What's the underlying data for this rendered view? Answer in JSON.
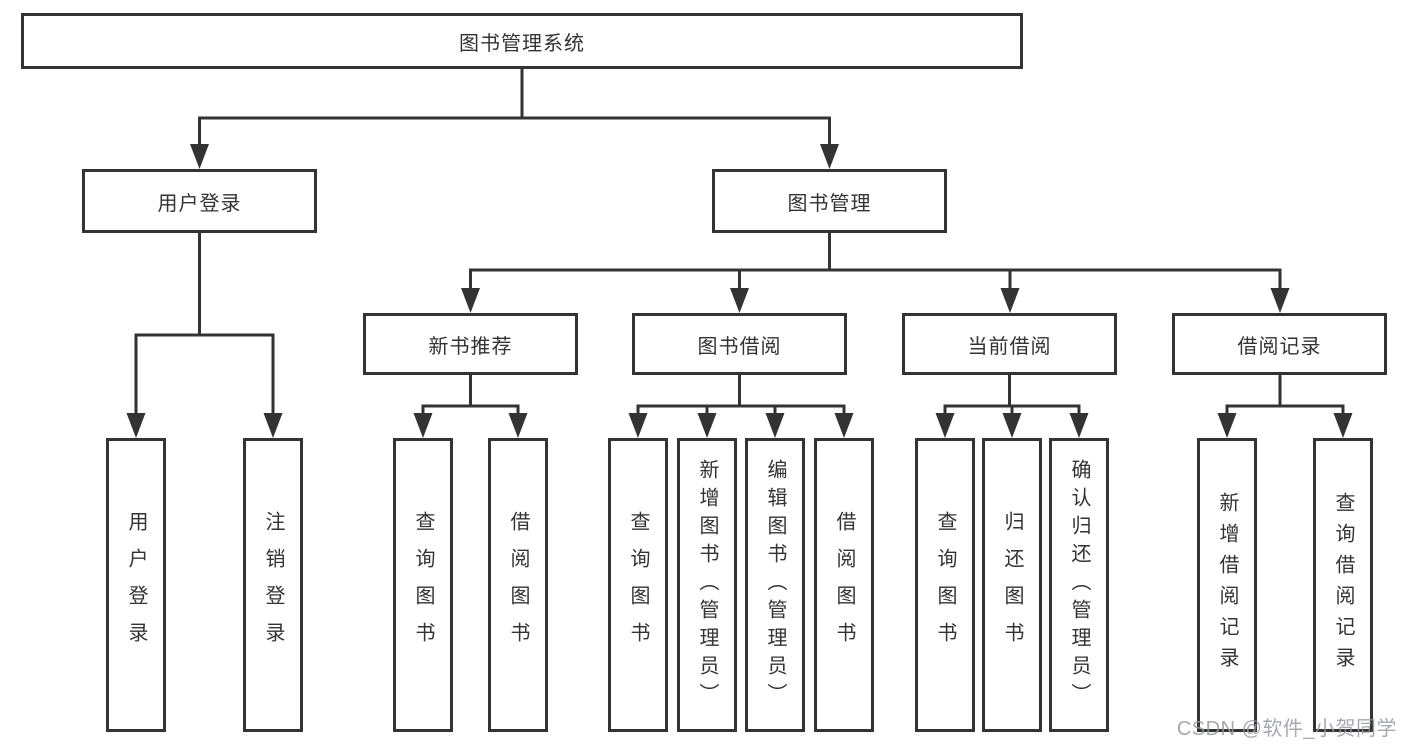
{
  "tree": {
    "label": "图书管理系统",
    "children": [
      {
        "label": "用户登录",
        "children": [
          {
            "label": "用户登录"
          },
          {
            "label": "注销登录"
          }
        ]
      },
      {
        "label": "图书管理",
        "children": [
          {
            "label": "新书推荐",
            "children": [
              {
                "label": "查询图书"
              },
              {
                "label": "借阅图书"
              }
            ]
          },
          {
            "label": "图书借阅",
            "children": [
              {
                "label": "查询图书"
              },
              {
                "label": "新增图书（管理员）"
              },
              {
                "label": "编辑图书（管理员）"
              },
              {
                "label": "借阅图书"
              }
            ]
          },
          {
            "label": "当前借阅",
            "children": [
              {
                "label": "查询图书"
              },
              {
                "label": "归还图书"
              },
              {
                "label": "确认归还（管理员）"
              }
            ]
          },
          {
            "label": "借阅记录",
            "children": [
              {
                "label": "新增借阅记录"
              },
              {
                "label": "查询借阅记录"
              }
            ]
          }
        ]
      }
    ]
  },
  "watermark": {
    "text": "CSDN @软件_小贺同学"
  },
  "colors": {
    "line": "#333333",
    "box_border": "#333333",
    "text": "#333333",
    "background": "#ffffff",
    "watermark_text": "#9699a2"
  }
}
